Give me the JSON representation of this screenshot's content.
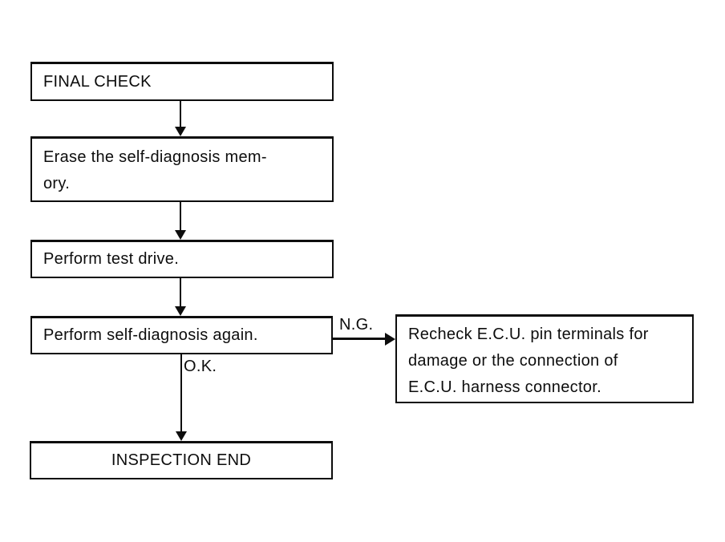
{
  "flowchart": {
    "nodes": [
      {
        "id": "final-check",
        "label": "FINAL CHECK"
      },
      {
        "id": "erase-memory",
        "label": "Erase the self-diagnosis mem-\nory."
      },
      {
        "id": "test-drive",
        "label": "Perform test drive."
      },
      {
        "id": "self-diagnosis-again",
        "label": "Perform self-diagnosis again."
      },
      {
        "id": "recheck-ecu",
        "label": "Recheck E.C.U. pin terminals for\ndamage or the connection of\nE.C.U. harness connector."
      },
      {
        "id": "inspection-end",
        "label": "INSPECTION END"
      }
    ],
    "edge_labels": {
      "ng": "N.G.",
      "ok": "O.K."
    },
    "colors": {
      "ink": "#0d0d0d",
      "background": "#ffffff"
    }
  }
}
